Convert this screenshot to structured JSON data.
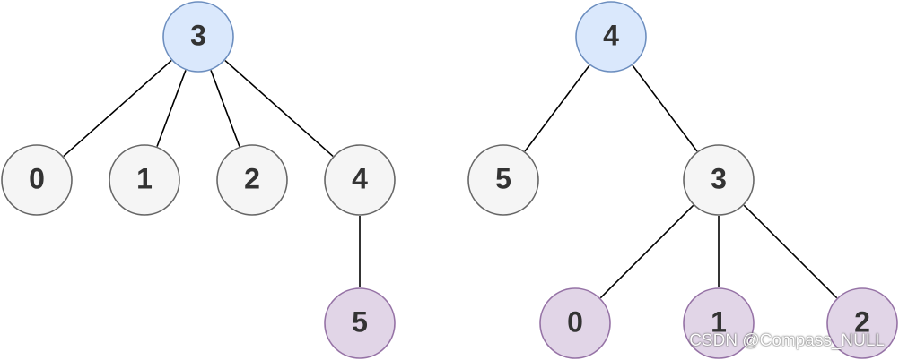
{
  "colors": {
    "root_fill": "#dae8fc",
    "root_stroke": "#6c8ebf",
    "plain_fill": "#f5f5f5",
    "plain_stroke": "#666666",
    "moved_fill": "#e1d5e7",
    "moved_stroke": "#9673a6",
    "text": "#333333",
    "edge": "#000000"
  },
  "trees": [
    {
      "nodes": [
        {
          "label": "3",
          "style": "root"
        },
        {
          "label": "0",
          "style": "plain"
        },
        {
          "label": "1",
          "style": "plain"
        },
        {
          "label": "2",
          "style": "plain"
        },
        {
          "label": "4",
          "style": "plain"
        },
        {
          "label": "5",
          "style": "moved"
        }
      ],
      "edges": [
        [
          0,
          1
        ],
        [
          0,
          2
        ],
        [
          0,
          3
        ],
        [
          0,
          4
        ],
        [
          4,
          5
        ]
      ]
    },
    {
      "nodes": [
        {
          "label": "4",
          "style": "root"
        },
        {
          "label": "5",
          "style": "plain"
        },
        {
          "label": "3",
          "style": "plain"
        },
        {
          "label": "0",
          "style": "moved"
        },
        {
          "label": "1",
          "style": "moved"
        },
        {
          "label": "2",
          "style": "moved"
        }
      ],
      "edges": [
        [
          0,
          1
        ],
        [
          0,
          2
        ],
        [
          2,
          3
        ],
        [
          2,
          4
        ],
        [
          2,
          5
        ]
      ]
    }
  ],
  "watermark": "CSDN @Compass_NULL"
}
